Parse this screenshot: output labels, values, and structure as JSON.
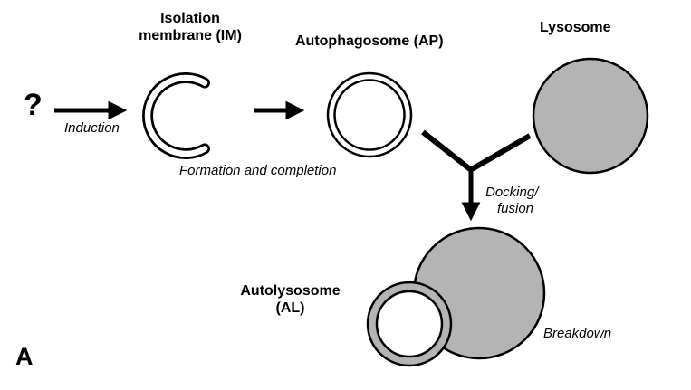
{
  "panel": {
    "letter": "A"
  },
  "colors": {
    "organelle_gray": "#b4b4b4",
    "ink": "#000000",
    "background": "#ffffff"
  },
  "stages": {
    "precursor": {
      "symbol": "?"
    },
    "induction": {
      "label": "Induction"
    },
    "isolation_membrane": {
      "title_line1": "Isolation",
      "title_line2": "membrane (IM)"
    },
    "formation": {
      "label": "Formation and completion"
    },
    "autophagosome": {
      "title": "Autophagosome (AP)"
    },
    "lysosome": {
      "title": "Lysosome"
    },
    "docking_fusion": {
      "label_line1": "Docking/",
      "label_line2": "fusion"
    },
    "autolysosome": {
      "title_line1": "Autolysosome",
      "title_line2": "(AL)"
    },
    "breakdown": {
      "label": "Breakdown"
    }
  }
}
